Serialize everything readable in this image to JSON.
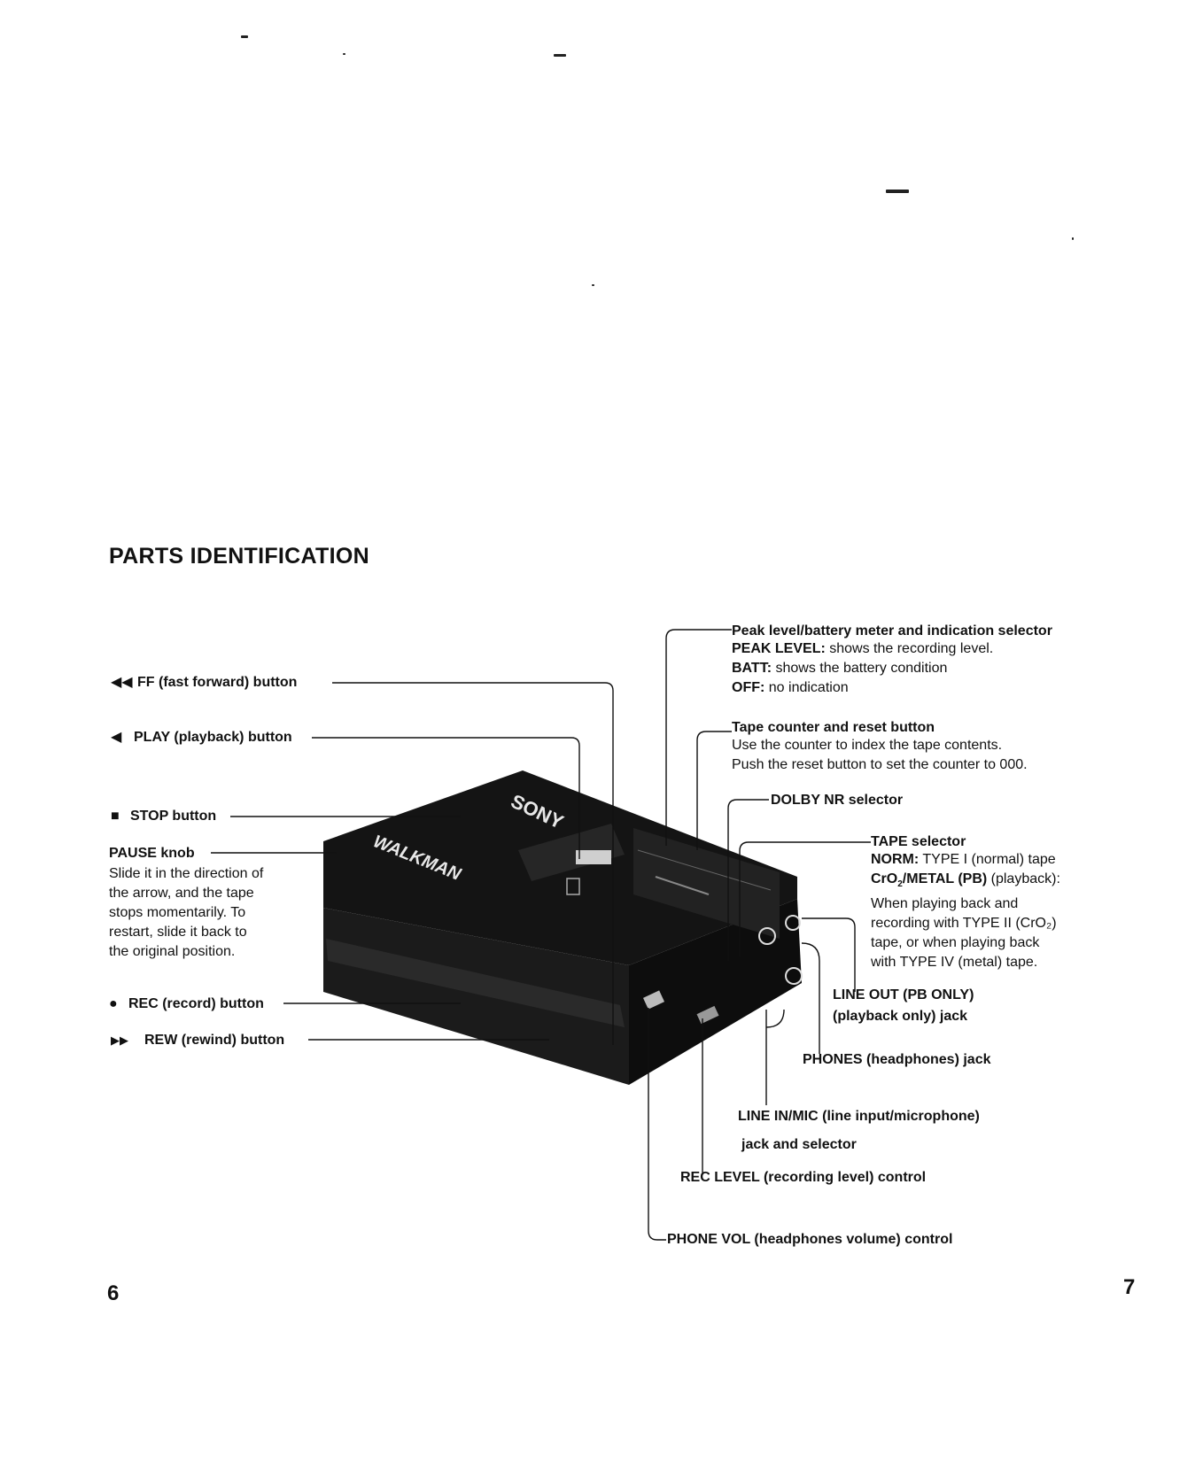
{
  "heading": "PARTS IDENTIFICATION",
  "icons": {
    "ff": "◀◀",
    "play": "◀",
    "stop": "■",
    "rec": "●",
    "rew": "▶▶"
  },
  "left": {
    "ff": "FF (fast forward) button",
    "play": "PLAY (playback) button",
    "stop": "STOP button",
    "pause_title": "PAUSE knob",
    "pause_desc": [
      "Slide it in the direction of",
      "the arrow, and the tape",
      "stops momentarily. To",
      "restart, slide it back to",
      "the original position."
    ],
    "rec": "REC (record) button",
    "rew": "REW (rewind) button"
  },
  "right": {
    "peak": {
      "title": "Peak level/battery meter and indication selector",
      "items": [
        {
          "key": "PEAK LEVEL:",
          "text": " shows the recording level."
        },
        {
          "key": "BATT:",
          "text": " shows the battery condition"
        },
        {
          "key": "OFF:",
          "text": " no indication"
        }
      ]
    },
    "counter": {
      "title": "Tape counter and reset button",
      "lines": [
        "Use the counter to index the tape contents.",
        "Push the reset  button to set the counter to 000."
      ]
    },
    "dolby": "DOLBY NR selector",
    "tape": {
      "title": "TAPE selector",
      "norm_key": "NORM:",
      "norm_text": " TYPE I (normal) tape",
      "cr_key_a": "CrO",
      "cr_key_sub": "2",
      "cr_key_b": "/METAL  (PB)",
      "cr_text": "  (playback):",
      "lines": [
        "When   playing   back   and",
        "recording with TYPE II (CrO₂)",
        "tape, or when playing back",
        "with TYPE IV (metal) tape."
      ]
    },
    "lineout": [
      "LINE OUT (PB ONLY)",
      "(playback only) jack"
    ],
    "phones": "PHONES (headphones) jack",
    "linein": [
      "LINE IN/MIC (line input/microphone)",
      "jack and selector"
    ],
    "reclevel": "REC LEVEL (recording level) control",
    "phonevol": "PHONE VOL (headphones volume) control"
  },
  "device_marks": {
    "brand": "SONY",
    "model": "WALKMAN"
  },
  "page_numbers": {
    "left": "6",
    "right": "7"
  }
}
